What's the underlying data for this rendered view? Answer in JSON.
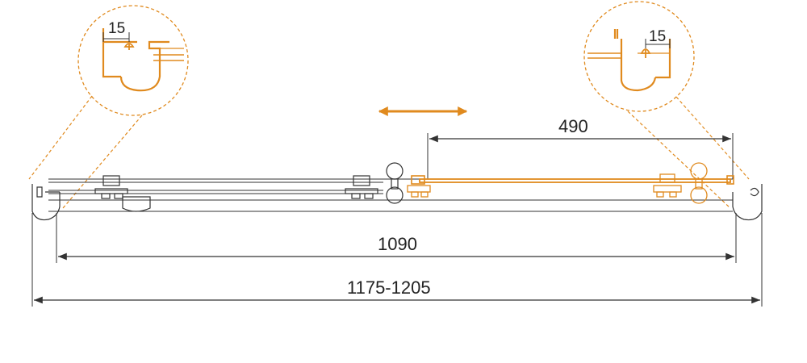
{
  "dimensions": {
    "total": "1175-1205",
    "inner": "1090",
    "opening": "490",
    "detail_left": "15",
    "detail_right": "15"
  },
  "colors": {
    "accent": "#E08A1E",
    "line": "#333333",
    "detail_outline": "#E08A1E"
  },
  "icons": {
    "movement": "double-arrow-icon"
  }
}
